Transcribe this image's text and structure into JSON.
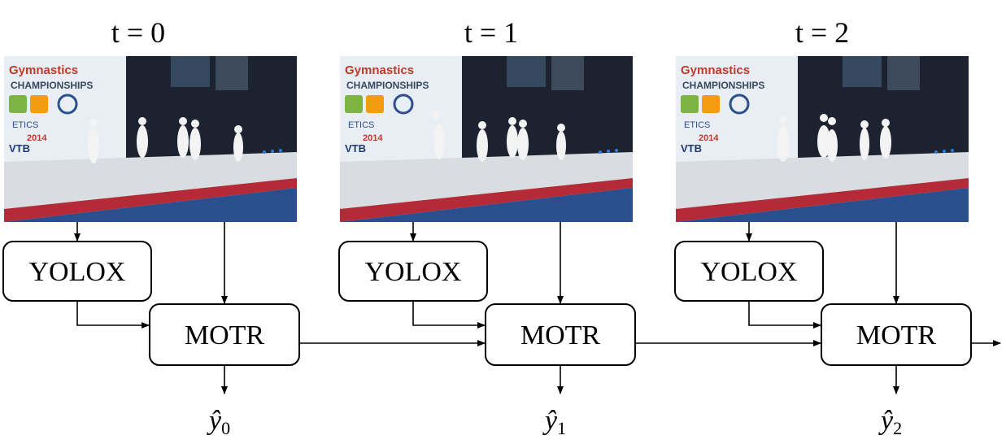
{
  "frames": [
    {
      "time_label": "t = 0",
      "detector_label": "YOLOX",
      "tracker_label": "MOTR",
      "output_symbol": "ŷ",
      "output_subscript": "0",
      "photo": {
        "banner_title": "Gymnastics",
        "banner_subtitle": "CHAMPIONSHIPS",
        "banner_line": "ETICS",
        "banner_year": "2014",
        "sponsor": "VTB"
      }
    },
    {
      "time_label": "t = 1",
      "detector_label": "YOLOX",
      "tracker_label": "MOTR",
      "output_symbol": "ŷ",
      "output_subscript": "1",
      "photo": {
        "banner_title": "Gymnastics",
        "banner_subtitle": "CHAMPIONSHIPS",
        "banner_line": "ETICS",
        "banner_year": "2014",
        "sponsor": "VTB"
      }
    },
    {
      "time_label": "t = 2",
      "detector_label": "YOLOX",
      "tracker_label": "MOTR",
      "output_symbol": "ŷ",
      "output_subscript": "2",
      "photo": {
        "banner_title": "Gymnastics",
        "banner_subtitle": "CHAMPIONSHIPS",
        "banner_line": "ETICS",
        "banner_year": "2014",
        "sponsor": "VTB"
      }
    }
  ],
  "colors": {
    "arena_dark": "#1c2230",
    "banner": "#e9eef4",
    "floor": "#d9dde2",
    "floor_edge_red": "#b42a36",
    "floor_edge_blue": "#2a4f8f",
    "gymnast": "#f3f3f3",
    "accent_green": "#7cb342",
    "accent_orange": "#f39c12"
  }
}
